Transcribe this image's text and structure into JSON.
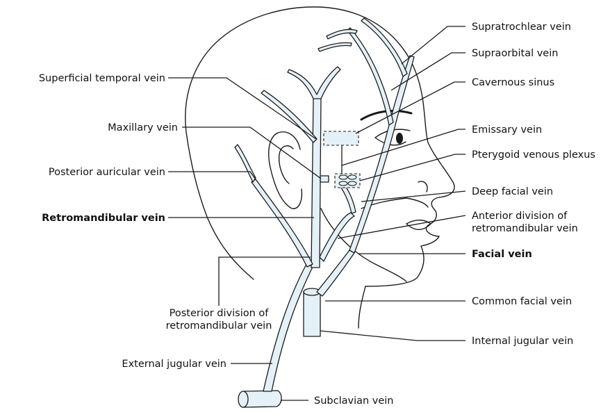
{
  "labels": {
    "supratrochlear": "Supratrochlear vein",
    "supraorbital": "Supraorbital vein",
    "cavernous": "Cavernous sinus",
    "emissary": "Emissary vein",
    "pterygoid": "Pterygoid venous plexus",
    "deep_facial": "Deep facial vein",
    "anterior_div_1": "Anterior division of",
    "anterior_div_2": "retromandibular vein",
    "facial": "Facial vein",
    "common_facial": "Common facial vein",
    "internal_jugular": "Internal jugular vein",
    "subclavian": "Subclavian vein",
    "external_jugular": "External jugular vein",
    "posterior_div_1": "Posterior division of",
    "posterior_div_2": "retromandibular vein",
    "retromandibular": "Retromandibular vein",
    "posterior_auricular": "Posterior auricular vein",
    "maxillary": "Maxillary vein",
    "superficial_temporal": "Superficial temporal vein"
  },
  "colors": {
    "vein_fill": "#e4f1f8",
    "line": "#1a1a1a"
  }
}
